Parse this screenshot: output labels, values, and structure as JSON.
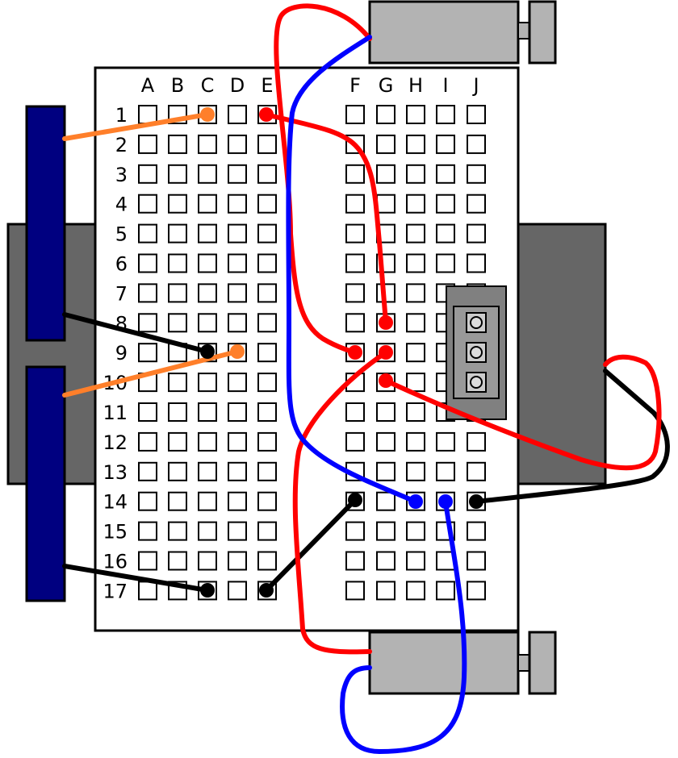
{
  "breadboard": {
    "columns_left": [
      "A",
      "B",
      "C",
      "D",
      "E"
    ],
    "columns_right": [
      "F",
      "G",
      "H",
      "I",
      "J"
    ],
    "rows": [
      "1",
      "2",
      "3",
      "4",
      "5",
      "6",
      "7",
      "8",
      "9",
      "10",
      "11",
      "12",
      "13",
      "14",
      "15",
      "16",
      "17"
    ]
  },
  "colors": {
    "red_wire": "#ff0000",
    "blue_wire": "#0000ff",
    "black_wire": "#000000",
    "orange_wire": "#ff7f2a",
    "battery_blue": "#000080",
    "chassis_gray": "#666666",
    "motor_gray": "#b3b3b3",
    "header_gray": "#808080"
  },
  "icons": {
    "motor_top": "dc-motor-icon",
    "motor_bottom": "dc-motor-icon",
    "battery_top": "battery-pack-icon",
    "battery_bottom": "battery-pack-icon",
    "header": "three-pin-header-icon"
  }
}
